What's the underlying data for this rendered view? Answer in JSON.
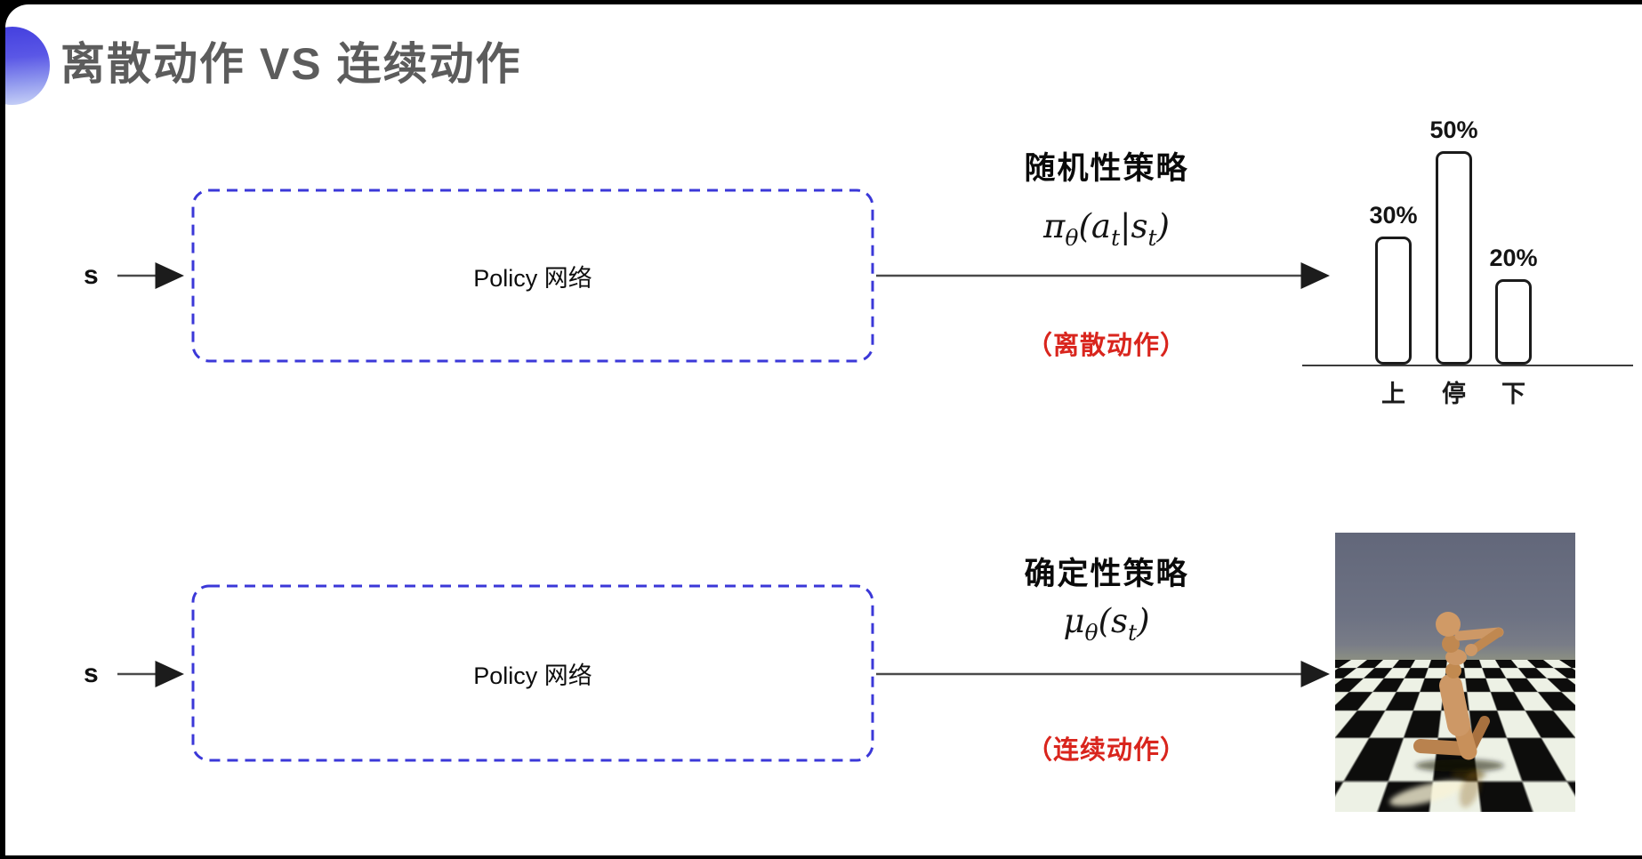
{
  "page": {
    "title": "离散动作 VS 连续动作"
  },
  "rows": [
    {
      "input_label": "s",
      "box_label": "Policy 网络",
      "policy_name": "随机性策略",
      "formula": {
        "pi": "π",
        "theta": "θ",
        "open_a": "(a",
        "t1": "t",
        "bar_s": "|s",
        "t2": "t",
        "close": ")"
      },
      "action_type": "（离散动作）"
    },
    {
      "input_label": "s",
      "box_label": "Policy 网络",
      "policy_name": "确定性策略",
      "formula": {
        "mu": "μ",
        "theta": "θ",
        "open_s": "(s",
        "t": "t",
        "close": ")"
      },
      "action_type": "（连续动作）"
    }
  ],
  "chart_data": {
    "type": "bar",
    "categories": [
      "上",
      "停",
      "下"
    ],
    "values": [
      30,
      50,
      20
    ],
    "value_labels": [
      "30%",
      "50%",
      "20%"
    ],
    "title": "",
    "xlabel": "",
    "ylabel": "",
    "ylim": [
      0,
      55
    ],
    "grid": false,
    "legend": false,
    "style": "white bars with black rounded outline above a thin baseline"
  },
  "media": {
    "humanoid_alt": "MuJoCo humanoid robot running on a black and white checkered floor"
  },
  "colors": {
    "dashed_box_border": "#3b38d8",
    "highlight_red": "#d9251d",
    "title_gray": "#5c5c5c",
    "bullet_blue": "#4743e0",
    "arrow_gray": "#4a4a4a"
  }
}
